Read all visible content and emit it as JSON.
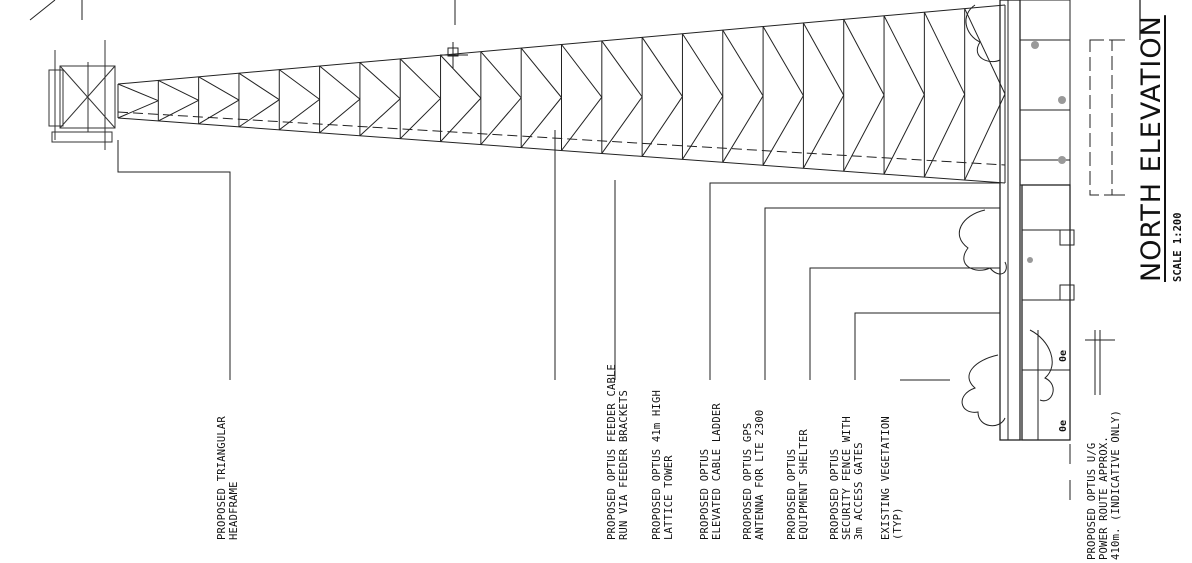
{
  "title": "NORTH ELEVATION",
  "scale": "SCALE 1:200",
  "route_marker": "0e",
  "labels": {
    "headframe": [
      "PROPOSED TRIANGULAR",
      "HEADFRAME"
    ],
    "feeder": [
      "PROPOSED OPTUS FEEDER CABLE",
      "RUN VIA FEEDER BRACKETS"
    ],
    "tower": [
      "PROPOSED OPTUS 41m HIGH",
      "LATTICE TOWER"
    ],
    "ladder": [
      "PROPOSED OPTUS",
      "ELEVATED CABLE LADDER"
    ],
    "gps": [
      "PROPOSED OPTUS GPS",
      "ANTENNA FOR LTE 2300"
    ],
    "shelter": [
      "PROPOSED OPTUS",
      "EQUIPMENT SHELTER"
    ],
    "fence": [
      "PROPOSED OPTUS",
      "SECURITY FENCE WITH",
      "3m ACCESS GATES"
    ],
    "vegetation": [
      "EXISTING VEGETATION",
      "(TYP)"
    ],
    "power": [
      "PROPOSED OPTUS U/G",
      "POWER ROUTE APPROX.",
      "410m. (INDICATIVE ONLY)"
    ]
  }
}
